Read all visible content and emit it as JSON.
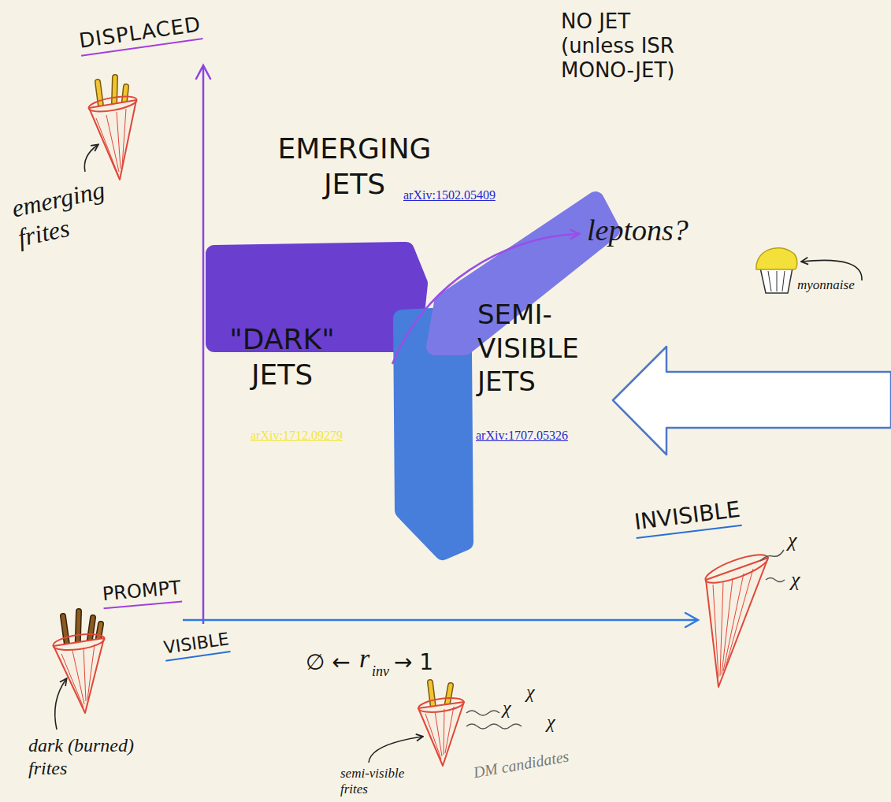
{
  "diagram": {
    "nodes": [
      {
        "text": [
          "EMERGING JETS",
          "arXiv:1502.05409"
        ]
      },
      {
        "text": [
          "\"DARK\" JETS",
          "arXiv:1712.09279"
        ]
      },
      {
        "text": [
          "SEMI-VISIBLE JETS",
          "arXiv:1707.05326"
        ]
      }
    ],
    "labels": [
      "DISPLACED",
      "NO JET (unless ISR MONO-JET)",
      "emerging frites",
      "leptons?",
      "myonnaise",
      "PROMPT",
      "VISIBLE",
      "INVISIBLE",
      "χ",
      "χ",
      "∅ ←",
      "r",
      "inv",
      "→ 1",
      "dark (burned) frites",
      "χ",
      "χ",
      "χ",
      "DM candidates",
      "semi-visible frites"
    ]
  }
}
